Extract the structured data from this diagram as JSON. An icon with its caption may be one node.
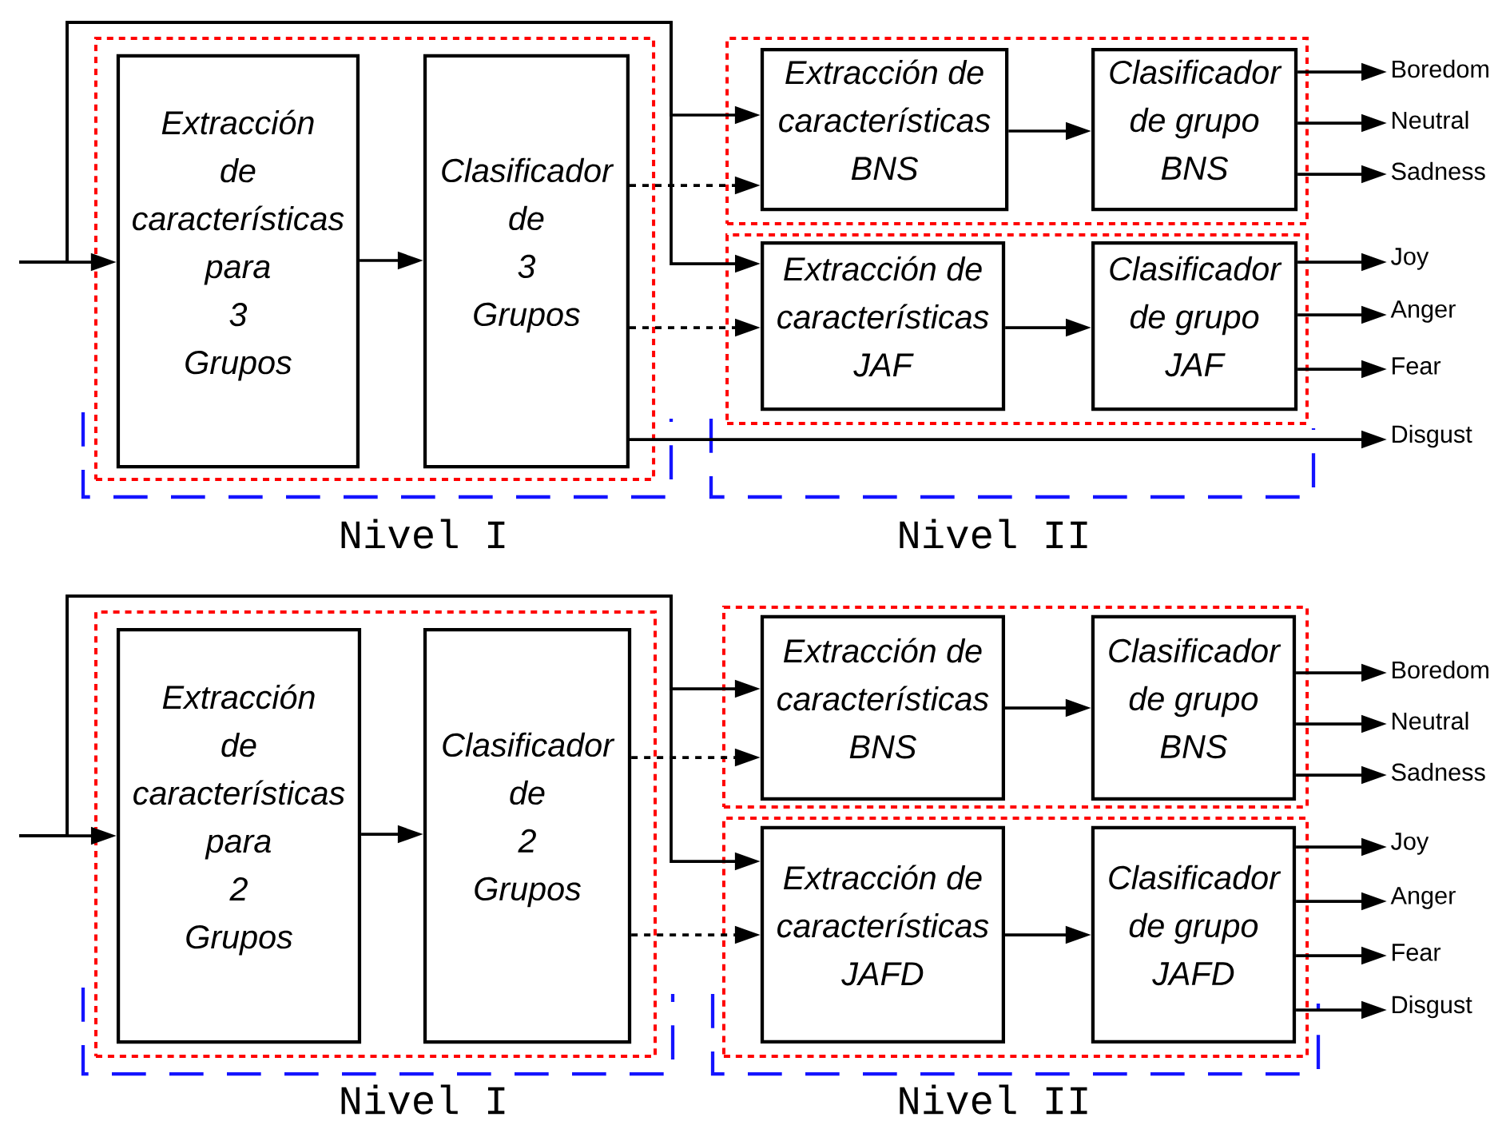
{
  "diagram": {
    "nodes": [
      {
        "text": [],
        "shape": "box"
      },
      {
        "text": [
          "Extracción de características para 3 Grupos"
        ],
        "in": 0
      },
      {
        "text": [
          "Clasificador de 3 Grupos"
        ],
        "in": 0
      },
      {
        "text": [],
        "shape": "box"
      },
      {
        "text": [
          "Extracción de características BNS"
        ],
        "in": 3
      },
      {
        "text": [
          "Clasificador de grupo BNS"
        ],
        "in": 3
      },
      {
        "text": [],
        "shape": "box"
      },
      {
        "text": [
          "Extracción de características JAF"
        ],
        "in": 6
      },
      {
        "text": [
          "Clasificador de grupo JAF"
        ],
        "in": 6
      },
      {
        "text": [
          "Boredom"
        ]
      },
      {
        "text": [
          "Neutral"
        ]
      },
      {
        "text": [
          "Sadness"
        ]
      },
      {
        "text": [
          "Joy"
        ]
      },
      {
        "text": [
          "Anger"
        ]
      },
      {
        "text": [
          "Fear"
        ]
      },
      {
        "text": [
          "Disgust"
        ]
      },
      {
        "text": [],
        "shape": "box"
      },
      {
        "text": [
          "Extracción de características para 2 Grupos"
        ],
        "in": 16
      },
      {
        "text": [
          "Clasificador de 2 Grupos"
        ],
        "in": 16
      },
      {
        "text": [],
        "shape": "box"
      },
      {
        "text": [
          "Extracción de características BNS"
        ],
        "in": 19
      },
      {
        "text": [
          "Clasificador de grupo BNS"
        ],
        "in": 19
      },
      {
        "text": [],
        "shape": "box"
      },
      {
        "text": [
          "Extracción de características JAFD"
        ],
        "in": 22
      },
      {
        "text": [
          "Clasificador de grupo JAFD"
        ],
        "in": 22
      },
      {
        "text": [
          "Boredom"
        ]
      },
      {
        "text": [
          "Neutral"
        ]
      },
      {
        "text": [
          "Sadness"
        ]
      },
      {
        "text": [
          "Joy"
        ]
      },
      {
        "text": [
          "Anger"
        ]
      },
      {
        "text": [
          "Fear"
        ]
      },
      {
        "text": [
          "Disgust"
        ]
      }
    ],
    "edges": [
      {
        "from": null,
        "to": 1,
        "arrow": "to"
      },
      {
        "from": null,
        "to": 4,
        "arrow": "to"
      },
      {
        "from": null,
        "to": 7,
        "arrow": "to"
      },
      {
        "from": 1,
        "to": 2,
        "arrow": "to"
      },
      {
        "from": 2,
        "to": 4,
        "arrow": "to",
        "style": "dashed"
      },
      {
        "from": 2,
        "to": 7,
        "arrow": "to",
        "style": "dashed"
      },
      {
        "from": 4,
        "to": 5,
        "arrow": "to"
      },
      {
        "from": 7,
        "to": 8,
        "arrow": "to"
      },
      {
        "from": 5,
        "to": 9,
        "arrow": "to"
      },
      {
        "from": 5,
        "to": 10,
        "arrow": "to"
      },
      {
        "from": 5,
        "to": 11,
        "arrow": "to"
      },
      {
        "from": 8,
        "to": 12,
        "arrow": "to"
      },
      {
        "from": 8,
        "to": 13,
        "arrow": "to"
      },
      {
        "from": 8,
        "to": 14,
        "arrow": "to"
      },
      {
        "from": 2,
        "to": 15,
        "arrow": "to"
      },
      {
        "from": null,
        "to": 17,
        "arrow": "to"
      },
      {
        "from": null,
        "to": 20,
        "arrow": "to"
      },
      {
        "from": null,
        "to": 23,
        "arrow": "to"
      },
      {
        "from": 17,
        "to": 18,
        "arrow": "to"
      },
      {
        "from": 18,
        "to": 20,
        "arrow": "to",
        "style": "dashed"
      },
      {
        "from": 18,
        "to": 23,
        "arrow": "to",
        "style": "dashed"
      },
      {
        "from": 20,
        "to": 21,
        "arrow": "to"
      },
      {
        "from": 23,
        "to": 24,
        "arrow": "to"
      },
      {
        "from": 21,
        "to": 25,
        "arrow": "to"
      },
      {
        "from": 21,
        "to": 26,
        "arrow": "to"
      },
      {
        "from": 21,
        "to": 27,
        "arrow": "to"
      },
      {
        "from": 24,
        "to": 28,
        "arrow": "to"
      },
      {
        "from": 24,
        "to": 29,
        "arrow": "to"
      },
      {
        "from": 24,
        "to": 30,
        "arrow": "to"
      },
      {
        "from": 24,
        "to": 31,
        "arrow": "to"
      }
    ],
    "labels": [
      "Nivel I",
      "Nivel II",
      "Nivel I",
      "Nivel II"
    ]
  }
}
